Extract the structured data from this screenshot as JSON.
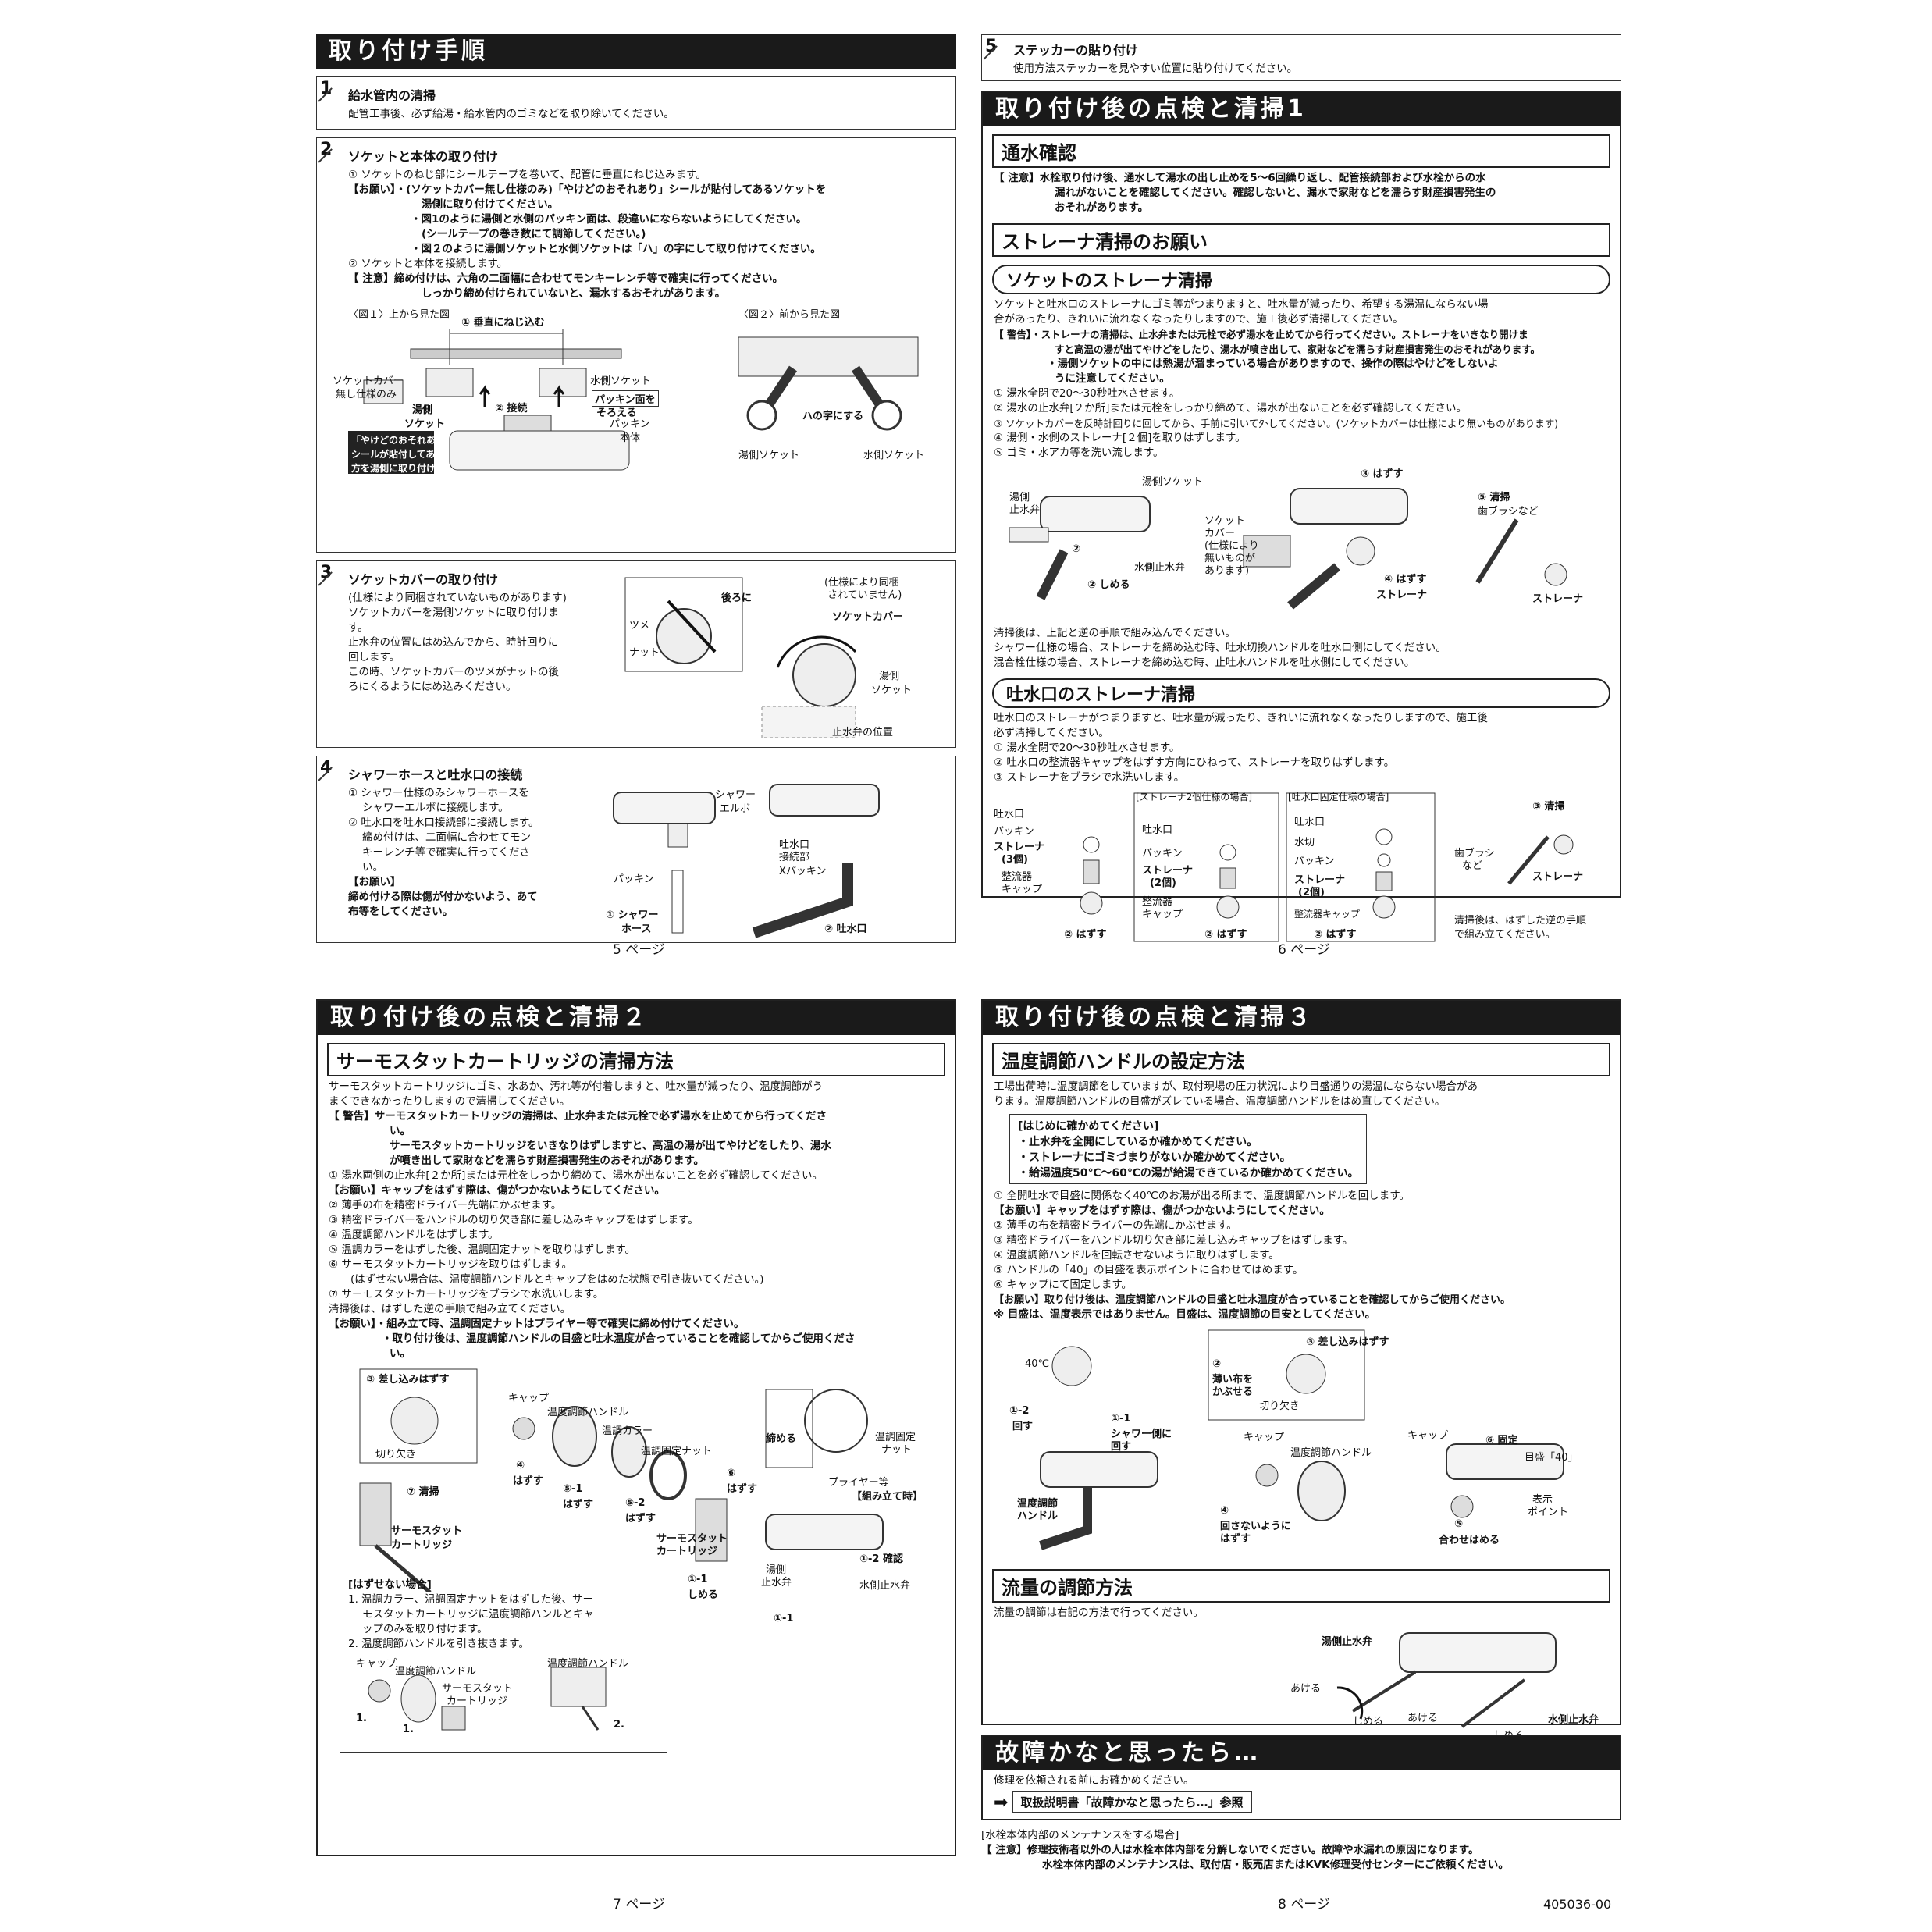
{
  "p5": {
    "title": "取り付け手順",
    "s1": {
      "num": "1",
      "title": "給水管内の清掃",
      "text": "配管工事後、必ず給湯・給水管内のゴミなどを取り除いてください。"
    },
    "s2": {
      "num": "2",
      "title": "ソケットと本体の取り付け",
      "l1": "① ソケットのねじ部にシールテープを巻いて、配管に垂直にねじ込みます。",
      "l2": "【お願い】・(ソケットカバー無し仕様のみ)「やけどのおそれあり」シールが貼付してあるソケットを",
      "l3": "湯側に取り付けてください。",
      "l4": "・図1のように湯側と水側のパッキン面は、段違いにならないようにしてください。",
      "l5": "(シールテープの巻き数にて調節してください。)",
      "l6": "・図２のように湯側ソケットと水側ソケットは「ハ」の字にして取り付けてください。",
      "l7": "② ソケットと本体を接続します。",
      "l8": "【 注意】締め付けは、六角の二面幅に合わせてモンキーレンチ等で確実に行ってください。",
      "l9": "しっかり締め付けられていないと、漏水するおそれがあります。",
      "fig1": "〈図１〉上から見た図",
      "fig2": "〈図２〉前から見た図",
      "f_a": "① 垂直にねじ込む",
      "f_b": "ソケットカバー",
      "f_c": "無し仕様のみ",
      "f_d": "水側ソケット",
      "f_e": "パッキン面を",
      "f_f": "そろえる",
      "f_g": "② 接続",
      "f_h": "湯側",
      "f_i": "ソケット",
      "f_j": "パッキン",
      "f_k": "本体",
      "f_l": "「やけどのおそれあり」",
      "f_m": "シールが貼付してある",
      "f_n": "方を湯側に取り付ける",
      "f_o": "ハの字にする",
      "f_p": "湯側ソケット",
      "f_q": "水側ソケット"
    },
    "s3": {
      "num": "3",
      "title": "ソケットカバーの取り付け",
      "l1": "(仕様により同梱されていないものがあります)",
      "l2": "ソケットカバーを湯側ソケットに取り付けま",
      "l3": "す。",
      "l4": "止水弁の位置にはめ込んでから、時計回りに",
      "l5": "回します。",
      "l6": "この時、ソケットカバーのツメがナットの後",
      "l7": "ろにくるようにはめ込みください。",
      "f_a": "(仕様により同梱",
      "f_b": "されていません)",
      "f_c": "後ろに",
      "f_d": "ソケットカバー",
      "f_e": "ツメ",
      "f_f": "ナット",
      "f_g": "湯側",
      "f_h": "ソケット",
      "f_i": "止水弁の位置"
    },
    "s4": {
      "num": "4",
      "title": "シャワーホースと吐水口の接続",
      "l1": "① シャワー仕様のみシャワーホースを",
      "l2": "シャワーエルボに接続します。",
      "l3": "② 吐水口を吐水口接続部に接続します。",
      "l4": "締め付けは、二面幅に合わせてモン",
      "l5": "キーレンチ等で確実に行ってくださ",
      "l6": "い。",
      "l7": "【お願い】",
      "l8": "締め付ける際は傷が付かないよう、あて",
      "l9": "布等をしてください。",
      "f_a": "シャワー",
      "f_b": "エルボ",
      "f_c": "吐水口",
      "f_d": "接続部",
      "f_e": "Xパッキン",
      "f_f": "パッキン",
      "f_g": "① シャワー",
      "f_h": "ホース",
      "f_i": "② 吐水口"
    },
    "pagenum": "5 ページ"
  },
  "p6": {
    "s5": {
      "num": "5",
      "title": "ステッカーの貼り付け",
      "text": "使用方法ステッカーを見やすい位置に貼り付けてください。"
    },
    "title": "取り付け後の点検と清掃1",
    "sub1": "通水確認",
    "t1a": "【 注意】水栓取り付け後、通水して湯水の出し止めを5〜6回繰り返し、配管接続部および水栓からの水",
    "t1b": "漏れがないことを確認してください。確認しないと、漏水で家財などを濡らす財産損害発生の",
    "t1c": "おそれがあります。",
    "sub2": "ストレーナ清掃のお願い",
    "pill1": "ソケットのストレーナ清掃",
    "a1": "ソケットと吐水口のストレーナにゴミ等がつまりますと、吐水量が減ったり、希望する湯温にならない場",
    "a2": "合があったり、きれいに流れなくなったりしますので、施工後必ず清掃してください。",
    "a3": "【 警告】・ストレーナの清掃は、止水弁または元栓で必ず湯水を止めてから行ってください。ストレーナをいきなり開けま",
    "a4": "すと高温の湯が出てやけどをしたり、湯水が噴き出して、家財などを濡らす財産損害発生のおそれがあります。",
    "a5": "・湯側ソケットの中には熱湯が溜まっている場合がありますので、操作の際はやけどをしないよ",
    "a6": "うに注意してください。",
    "a7": "① 湯水全閉で20〜30秒吐水させます。",
    "a8": "② 湯水の止水弁[２か所]または元栓をしっかり締めて、湯水が出ないことを必ず確認してください。",
    "a9": "③ ソケットカバーを反時計回りに回してから、手前に引いて外してください。(ソケットカバーは仕様により無いものがあります)",
    "a10": "④ 湯側・水側のストレーナ[２個]を取りはずします。",
    "a11": "⑤ ゴミ・水アカ等を洗い流します。",
    "f1": "③ はずす",
    "f2": "湯側ソケット",
    "f3": "湯側",
    "f4": "止水弁",
    "f5": "② ",
    "f6": "ソケット",
    "f7": "カバー",
    "f8": "(仕様により",
    "f9": "無いものが",
    "f10": "あります)",
    "f11": "水側止水弁",
    "f12": "② しめる",
    "f13": "④ はずす",
    "f14": "ストレーナ",
    "f15": "⑤ 清掃",
    "f16": "歯ブラシなど",
    "f17": "ストレーナ",
    "a12": "清掃後は、上記と逆の手順で組み込んでください。",
    "a13": "シャワー仕様の場合、ストレーナを締め込む時、吐水切換ハンドルを吐水口側にしてください。",
    "a14": "混合栓仕様の場合、ストレーナを締め込む時、止吐水ハンドルを吐水側にしてください。",
    "pill2": "吐水口のストレーナ清掃",
    "b1": "吐水口のストレーナがつまりますと、吐水量が減ったり、きれいに流れなくなったりしますので、施工後",
    "b2": "必ず清掃してください。",
    "b3": "① 湯水全閉で20〜30秒吐水させます。",
    "b4": "② 吐水口の整流器キャップをはずす方向にひねって、ストレーナを取りはずします。",
    "b5": "③ ストレーナをブラシで水洗いします。",
    "g1": "吐水口",
    "g2": "パッキン",
    "g3": "ストレーナ",
    "g4": "(3個)",
    "g5": "整流器",
    "g6": "キャップ",
    "g7": "② はずす",
    "g8": "[ストレーナ2個仕様の場合]",
    "g9": "吐水口",
    "g10": "パッキン",
    "g11": "ストレーナ",
    "g12": "(2個)",
    "g13": "整流器",
    "g14": "キャップ",
    "g15": "② はずす",
    "g16": "[吐水口固定仕様の場合]",
    "g17": "吐水口",
    "g18": "水切",
    "g19": "パッキン",
    "g20": "ストレーナ",
    "g21": "(2個)",
    "g22": "整流器キャップ",
    "g23": "② はずす",
    "g24": "③ 清掃",
    "g25": "歯ブラシ",
    "g26": "など",
    "g27": "ストレーナ",
    "g28": "清掃後は、はずした逆の手順",
    "g29": "で組み立てください。",
    "pagenum": "6 ページ"
  },
  "p7": {
    "title": "取り付け後の点検と清掃２",
    "sub1": "サーモスタットカートリッジの清掃方法",
    "c1": "サーモスタットカートリッジにゴミ、水あか、汚れ等が付着しますと、吐水量が減ったり、温度調節がう",
    "c2": "まくできなかったりしますので清掃してください。",
    "c3": "【 警告】サーモスタットカートリッジの清掃は、止水弁または元栓で必ず湯水を止めてから行ってくださ",
    "c4": "い。",
    "c5": "サーモスタットカートリッジをいきなりはずしますと、高温の湯が出てやけどをしたり、湯水",
    "c6": "が噴き出して家財などを濡らす財産損害発生のおそれがあります。",
    "c7": "① 湯水両側の止水弁[２か所]または元栓をしっかり締めて、湯水が出ないことを必ず確認してください。",
    "c8": "【お願い】キャップをはずす際は、傷がつかないようにしてください。",
    "c9": "② 薄手の布を精密ドライバー先端にかぶせます。",
    "c10": "③ 精密ドライバーをハンドルの切り欠き部に差し込みキャップをはずします。",
    "c11": "④ 温度調節ハンドルをはずします。",
    "c12": "⑤ 温調カラーをはずした後、温調固定ナットを取りはずします。",
    "c13": "⑥ サーモスタットカートリッジを取りはずします。",
    "c14": "(はずせない場合は、温度調節ハンドルとキャップをはめた状態で引き抜いてください。)",
    "c15": "⑦ サーモスタットカートリッジをブラシで水洗いします。",
    "c16": "清掃後は、はずした逆の手順で組み立てください。",
    "c17": "【お願い】・組み立て時、温調固定ナットはプライヤー等で確実に締め付けてください。",
    "c18": "・取り付け後は、温度調節ハンドルの目盛と吐水温度が合っていることを確認してからご使用くださ",
    "c19": "い。",
    "f1": "③ 差し込みはずす",
    "f2": "切り欠き",
    "f3": "キャップ",
    "f4": "温度調節ハンドル",
    "f5": "温調カラー",
    "f6": "温調固定ナット",
    "f7": "締める",
    "f8": "温調固定",
    "f9": "ナット",
    "f10": "プライヤー等",
    "f11": "【組み立て時】",
    "f12": "④",
    "f13": "はずす",
    "f14": "⑤-1",
    "f15": "はずす",
    "f16": "⑤-2",
    "f17": "はずす",
    "f18": "⑥",
    "f19": "はずす",
    "f20": "⑦ 清掃",
    "f21": "サーモスタット",
    "f22": "カートリッジ",
    "f23": "サーモスタット",
    "f24": "カートリッジ",
    "f25": "①-2 確認",
    "f26": "湯側",
    "f27": "止水弁",
    "f28": "①-1",
    "f29": "しめる",
    "f30": "水側止水弁",
    "f31": "①-1",
    "h1": "[はずせない場合]",
    "h2": "1. 温調カラー、温調固定ナットをはずした後、サー",
    "h3": "モスタットカートリッジに温度調節ハンルとキャ",
    "h4": "ップのみを取り付けます。",
    "h5": "2. 温度調節ハンドルを引き抜きます。",
    "h6": "キャップ",
    "h7": "温度調節ハンドル",
    "h8": "サーモスタット",
    "h9": "カートリッジ",
    "h10": "温度調節ハンドル",
    "h11": "1.",
    "h12": "1.",
    "h13": "2.",
    "pagenum": "7 ページ"
  },
  "p8": {
    "title": "取り付け後の点検と清掃３",
    "sub1": "温度調節ハンドルの設定方法",
    "d1": "工場出荷時に温度調節をしていますが、取付現場の圧力状況により目盛通りの湯温にならない場合があ",
    "d2": "ります。温度調節ハンドルの目盛がズレている場合、温度調節ハンドルをはめ直してください。",
    "d3": "[はじめに確かめてください]",
    "d4": "・止水弁を全開にしているか確かめてください。",
    "d5": "・ストレーナにゴミづまりがないか確かめてください。",
    "d6": "・給湯温度50℃〜60℃の湯が給湯できているか確かめてください。",
    "d7": "① 全開吐水で目盛に関係なく40℃のお湯が出る所まで、温度調節ハンドルを回します。",
    "d8": "【お願い】キャップをはずす際は、傷がつかないようにしてください。",
    "d9": "② 薄手の布を精密ドライバーの先端にかぶせます。",
    "d10": "③ 精密ドライバーをハンドル切り欠き部に差し込みキャップをはずします。",
    "d11": "④ 温度調節ハンドルを回転させないように取りはずします。",
    "d12": "⑤ ハンドルの「40」の目盛を表示ポイントに合わせてはめます。",
    "d13": "⑥ キャップにて固定します。",
    "d14": "【お願い】取り付け後は、温度調節ハンドルの目盛と吐水温度が合っていることを確認してからご使用ください。",
    "d15": "※ 目盛は、温度表示ではありません。目盛は、温度調節の目安としてください。",
    "f1": "40℃",
    "f2": "①-2",
    "f3": "回す",
    "f4": "①-1",
    "f5": "シャワー側に",
    "f6": "回す",
    "f7": "温度調節",
    "f8": "ハンドル",
    "f9": "② ",
    "f10": "薄い布を",
    "f11": "かぶせる",
    "f12": "③ 差し込みはずす",
    "f13": "切り欠き",
    "f14": "キャップ",
    "f15": "温度調節ハンドル",
    "f16": "④",
    "f17": "回さないように",
    "f18": "はずす",
    "f19": "キャップ",
    "f20": "⑥ 固定",
    "f21": "目盛「40」",
    "f22": "表示",
    "f23": "ポイント",
    "f24": "⑤",
    "f25": "合わせはめる",
    "sub2": "流量の調節方法",
    "e1": "流量の調節は右記の方法で行ってください。",
    "e2": "湯側止水弁",
    "e3": "あける",
    "e4": "しめる",
    "e5": "あける",
    "e6": "しめる",
    "e7": "水側止水弁",
    "title2": "故障かなと思ったら…",
    "k1": "修理を依頼される前にお確かめください。",
    "k2": "取扱説明書「故障かなと思ったら…」参照",
    "m1": "[水栓本体内部のメンテナンスをする場合]",
    "m2": "【 注意】修理技術者以外の人は水栓本体内部を分解しないでください。故障や水漏れの原因になります。",
    "m3": "水栓本体内部のメンテナンスは、取付店・販売店またはKVK修理受付センターにご依頼ください。",
    "pagenum": "8 ページ",
    "docid": "405036-00"
  }
}
